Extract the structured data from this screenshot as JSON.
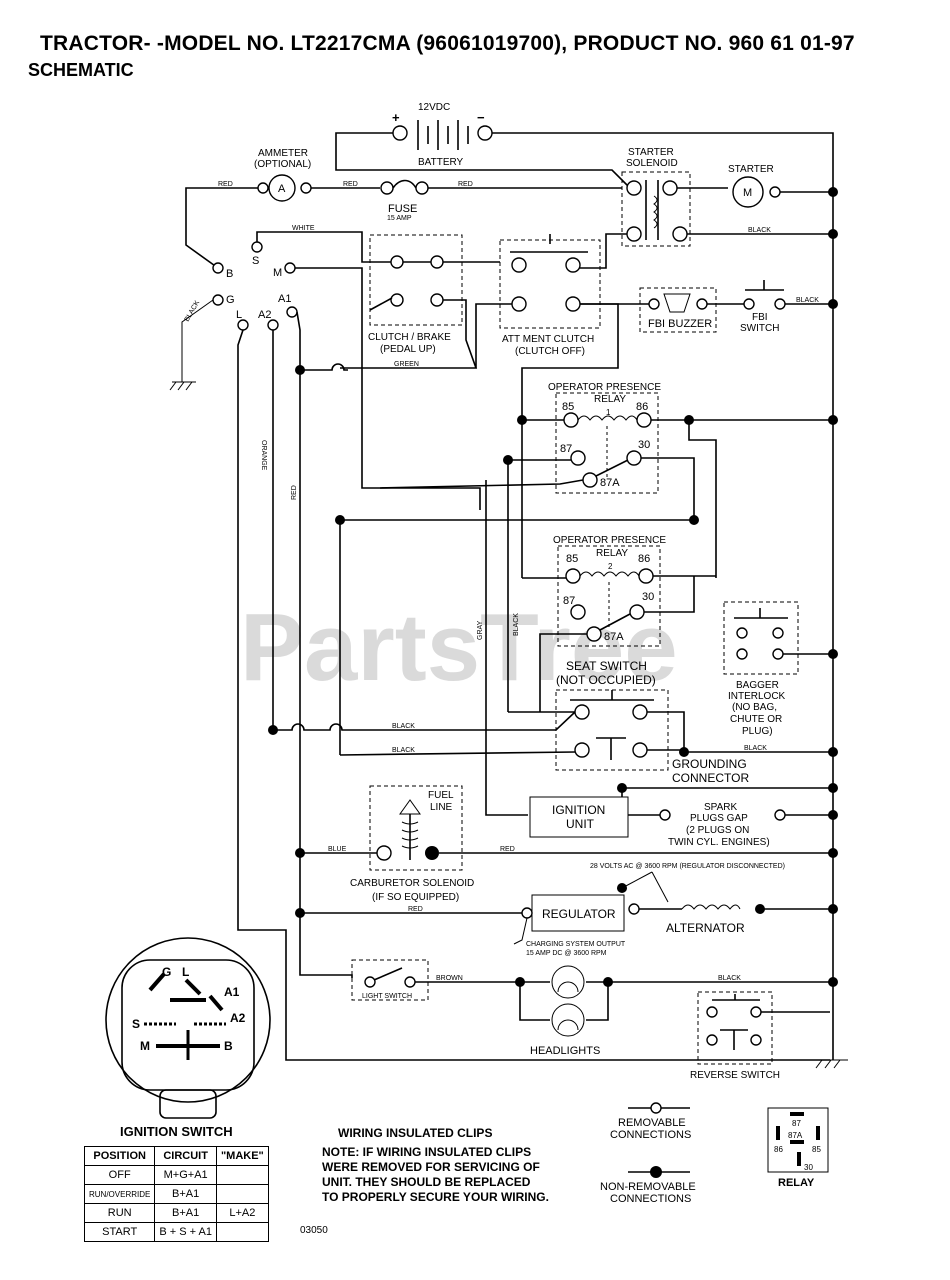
{
  "header": {
    "title": "TRACTOR- -MODEL NO. LT2217CMA (96061019700), PRODUCT NO. 960 61 01-97",
    "subtitle": "SCHEMATIC"
  },
  "watermark": "PartsTree",
  "labels": {
    "battery_voltage": "12VDC",
    "battery_plus": "+",
    "battery_minus": "−",
    "battery": "BATTERY",
    "ammeter": "AMMETER",
    "ammeter_optional": "(OPTIONAL)",
    "ammeter_symbol": "A",
    "starter_solenoid_1": "STARTER",
    "starter_solenoid_2": "SOLENOID",
    "starter": "STARTER",
    "starter_symbol": "M",
    "fuse": "FUSE",
    "fuse_rating": "15 AMP",
    "clutch_brake_1": "CLUTCH / BRAKE",
    "clutch_brake_2": "(PEDAL UP)",
    "attachment_clutch_1": "ATT MENT CLUTCH",
    "attachment_clutch_2": "(CLUTCH OFF)",
    "fbi_buzzer": "FBI BUZZER",
    "fbi_switch_1": "FBI",
    "fbi_switch_2": "SWITCH",
    "relay1_title": "OPERATOR PRESENCE",
    "relay1_sub": "RELAY",
    "relay1_num": "1",
    "relay2_title": "OPERATOR PRESENCE",
    "relay2_sub": "RELAY",
    "relay2_num": "2",
    "pin85": "85",
    "pin86": "86",
    "pin87": "87",
    "pin30": "30",
    "pin87a": "87A",
    "seat_switch_1": "SEAT SWITCH",
    "seat_switch_2": "(NOT OCCUPIED)",
    "bagger_1": "BAGGER",
    "bagger_2": "INTERLOCK",
    "bagger_3": "(NO BAG,",
    "bagger_4": "CHUTE OR",
    "bagger_5": "PLUG)",
    "grounding_1": "GROUNDING",
    "grounding_2": "CONNECTOR",
    "ignition_unit_1": "IGNITION",
    "ignition_unit_2": "UNIT",
    "spark_1": "SPARK",
    "spark_2": "PLUGS GAP",
    "spark_3": "(2 PLUGS ON",
    "spark_4": "TWIN CYL. ENGINES)",
    "fuel_1": "FUEL",
    "fuel_2": "LINE",
    "carb_1": "CARBURETOR SOLENOID",
    "carb_2": "(IF SO EQUIPPED)",
    "ac_note": "28 VOLTS AC @ 3600 RPM (REGULATOR DISCONNECTED)",
    "regulator": "REGULATOR",
    "alternator": "ALTERNATOR",
    "charging_1": "CHARGING SYSTEM OUTPUT",
    "charging_2": "15 AMP DC @ 3600 RPM",
    "light_switch": "LIGHT SWITCH",
    "headlights": "HEADLIGHTS",
    "reverse_switch": "REVERSE SWITCH",
    "ignition_switch": "IGNITION SWITCH",
    "wiring_clips_title": "WIRING INSULATED CLIPS",
    "removable_1": "REMOVABLE",
    "removable_2": "CONNECTIONS",
    "nonremovable_1": "NON-REMOVABLE",
    "nonremovable_2": "CONNECTIONS",
    "relay_legend": "RELAY",
    "drawing_code": "03050",
    "sw_terminals": {
      "B": "B",
      "S": "S",
      "M": "M",
      "G": "G",
      "L": "L",
      "A1": "A1",
      "A2": "A2"
    }
  },
  "wire_colors": {
    "red": "RED",
    "white": "WHITE",
    "black": "BLACK",
    "green": "GREEN",
    "orange": "ORANGE",
    "gray": "GRAY",
    "blue": "BLUE",
    "brown": "BROWN"
  },
  "note": {
    "line1": "NOTE: IF WIRING INSULATED CLIPS",
    "line2": "WERE REMOVED FOR SERVICING OF",
    "line3": "UNIT. THEY SHOULD BE REPLACED",
    "line4": "TO PROPERLY SECURE YOUR WIRING."
  },
  "ignition_table": {
    "headers": [
      "POSITION",
      "CIRCUIT",
      "\"MAKE\""
    ],
    "rows": [
      [
        "OFF",
        "M+G+A1",
        ""
      ],
      [
        "RUN/OVERRIDE",
        "B+A1",
        ""
      ],
      [
        "RUN",
        "B+A1",
        "L+A2"
      ],
      [
        "START",
        "B + S + A1",
        ""
      ]
    ]
  }
}
